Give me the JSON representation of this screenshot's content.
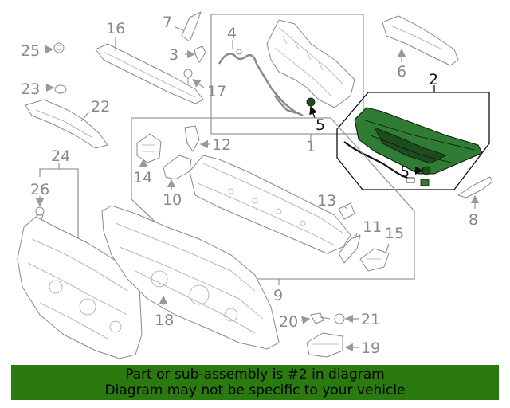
{
  "diagram": {
    "highlighted_part": "2",
    "highlight_color": "#2e7d32",
    "callouts": {
      "c1": "1",
      "c2": "2",
      "c3": "3",
      "c4": "4",
      "c5a": "5",
      "c5b": "5",
      "c6": "6",
      "c7": "7",
      "c8": "8",
      "c9": "9",
      "c10": "10",
      "c11": "11",
      "c12": "12",
      "c13": "13",
      "c14": "14",
      "c15": "15",
      "c16": "16",
      "c17": "17",
      "c18": "18",
      "c19": "19",
      "c20": "20",
      "c21": "21",
      "c22": "22",
      "c23": "23",
      "c24": "24",
      "c25": "25",
      "c26": "26"
    }
  },
  "banner": {
    "line1": "Part or sub-assembly is #2 in diagram",
    "line2": "Diagram may not be specific to your vehicle",
    "background": "#2a7a10"
  }
}
